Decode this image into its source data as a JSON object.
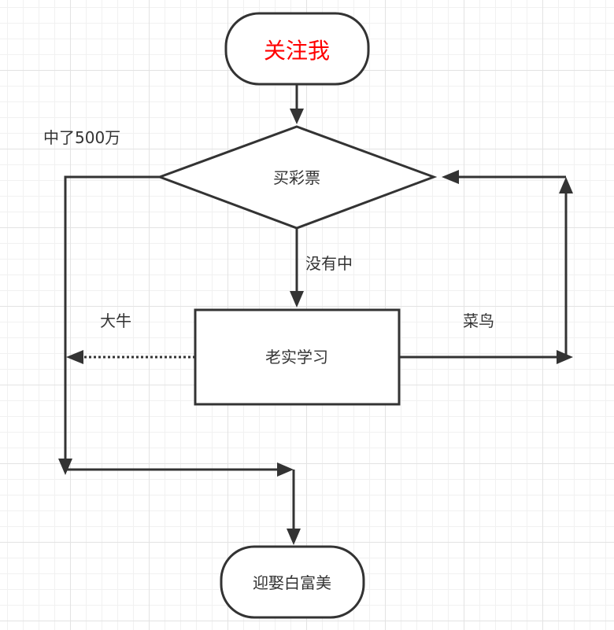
{
  "nodes": {
    "start": {
      "label": "关注我",
      "color": "#ff0000"
    },
    "decision": {
      "label": "买彩票"
    },
    "study": {
      "label": "老实学习"
    },
    "end": {
      "label": "迎娶白富美"
    }
  },
  "edges": {
    "won": {
      "label": "中了500万"
    },
    "not_won": {
      "label": "没有中"
    },
    "expert": {
      "label": "大牛"
    },
    "novice": {
      "label": "菜鸟"
    }
  },
  "colors": {
    "stroke": "#333333",
    "text": "#333333"
  }
}
